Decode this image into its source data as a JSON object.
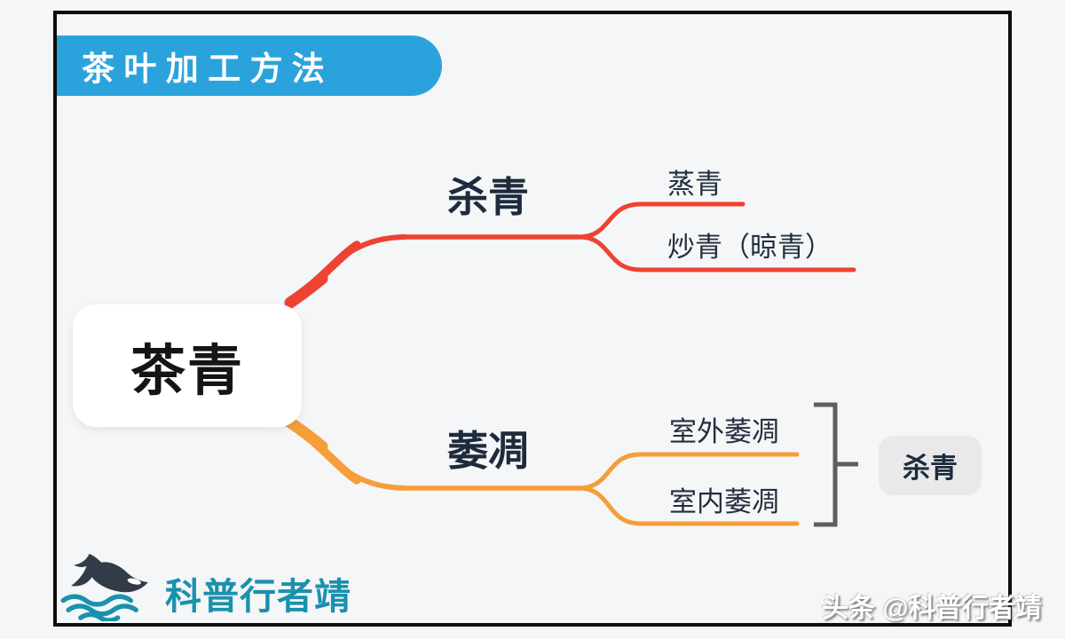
{
  "page": {
    "background": "#f5f6f7",
    "frame_border_color": "#0d0d0d"
  },
  "header": {
    "title": "茶叶加工方法",
    "badge_color": "#2aa3dc",
    "title_color": "#ffffff"
  },
  "mindmap": {
    "root": {
      "label": "茶青"
    },
    "branches": [
      {
        "label": "杀青",
        "color": "#ee4233",
        "children": [
          {
            "label": "蒸青"
          },
          {
            "label": "炒青（晾青）"
          }
        ]
      },
      {
        "label": "萎凋",
        "color": "#f59e3a",
        "children": [
          {
            "label": "室外萎凋"
          },
          {
            "label": "室内萎凋"
          }
        ],
        "group": {
          "bracket_color": "#5e5e5e",
          "result_label": "杀青"
        }
      }
    ]
  },
  "footer": {
    "brand": "科普行者靖",
    "brand_color": "#1a91ad",
    "whale_body_color": "#323c48",
    "wave_color": "#1a91ad"
  },
  "watermark": {
    "text": "头条 @科普行者靖"
  }
}
